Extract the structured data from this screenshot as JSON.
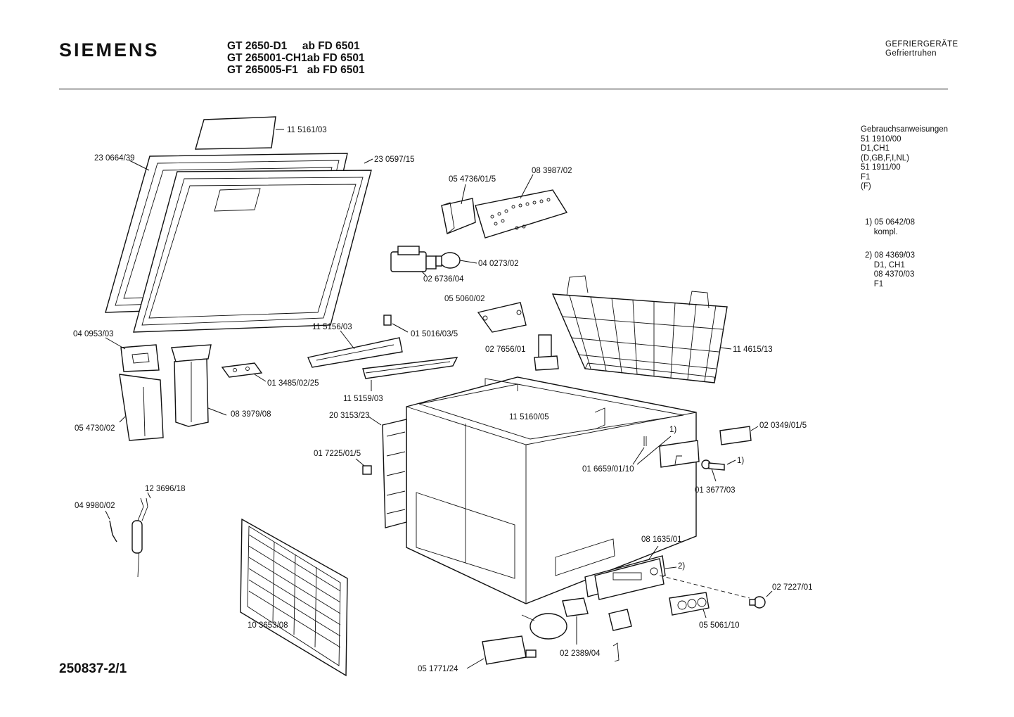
{
  "header": {
    "brand": "SIEMENS",
    "models": [
      "GT 2650-D1     ab FD 6501",
      "GT 265001-CH1ab FD 6501",
      "GT 265005-F1   ab FD 6501"
    ],
    "category": "GEFRIERGERÄTE",
    "subcategory": "Gefriertruhen"
  },
  "document_number": "250837-2/1",
  "side_notes": {
    "manuals": [
      "Gebrauchsanweisungen",
      "51 1910/00",
      "D1,CH1",
      "(D,GB,F,I,NL)",
      "51 1911/00",
      "F1",
      "(F)"
    ],
    "note1": [
      "1) 05 0642/08",
      "    kompl."
    ],
    "note2": [
      "2) 08 4369/03",
      "    D1, CH1",
      "    08 4370/03",
      "    F1"
    ]
  },
  "parts": {
    "p1": "11 5161/03",
    "p2": "23 0664/39",
    "p3": "23 0597/15",
    "p4": "05 4736/01/5",
    "p5": "08 3987/02",
    "p6": "04 0273/02",
    "p7": "02 6736/04",
    "p8": "05 5060/02",
    "p9": "11 5156/03",
    "p10": "01 5016/03/5",
    "p11": "04 0953/03",
    "p12": "02 7656/01",
    "p13": "11 4615/13",
    "p14": "01 3485/02/25",
    "p15": "11 5159/03",
    "p16": "08 3979/08",
    "p17": "05 4730/02",
    "p18": "20 3153/23",
    "p19": "11 5160/05",
    "p20": "02 0349/01/5",
    "p21": "01 7225/01/5",
    "p22": "01 6659/01/10",
    "p23": "01 3677/03",
    "p24": "12 3696/18",
    "p25": "04 9980/02",
    "p26": "08 1635/01",
    "p27": "02 7227/01",
    "p28": "10 3653/08",
    "p29": "05 5061/10",
    "p30": "02 2389/04",
    "p31": "05 1771/24"
  },
  "callouts": {
    "c1a": "1)",
    "c1b": "1)",
    "c2": "2)"
  }
}
